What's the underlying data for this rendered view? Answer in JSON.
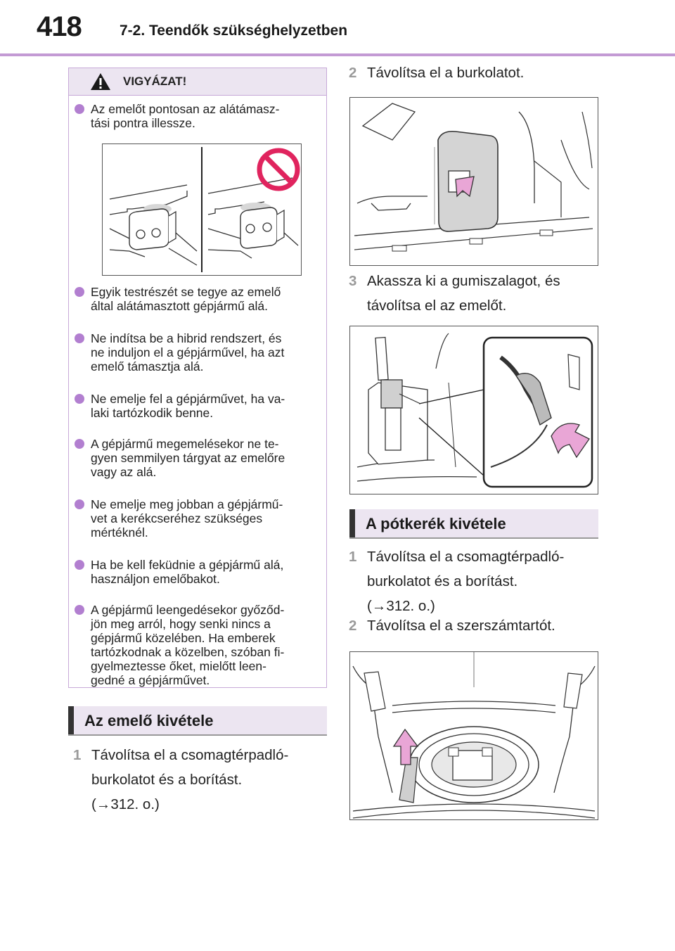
{
  "header": {
    "page_number": "418",
    "chapter": "7-2. Teendők szükséghelyzetben"
  },
  "warning": {
    "title": "VIGYÁZAT!",
    "bullets": [
      "Az emelőt pontosan az alátámasz-\ntási pontra illessze.",
      "Egyik testrészét se tegye az emelő\náltal alátámasztott gépjármű alá.",
      "Ne indítsa be a hibrid rendszert, és\nne induljon el a gépjárművel, ha azt\nemelő támasztja alá.",
      "Ne emelje fel a gépjárművet, ha va-\nlaki tartózkodik benne.",
      "A gépjármű megemelésekor ne te-\ngyen semmilyen tárgyat az emelőre\nvagy az alá.",
      "Ne emelje meg jobban a gépjármű-\nvet a kerékcseréhez szükséges\nmértéknél.",
      "Ha be kell feküdnie a gépjármű alá,\nhasználjon emelőbakot.",
      "A gépjármű leengedésekor győződ-\njön meg arról, hogy senki nincs a\ngépjármű közelében. Ha emberek\ntartózkodnak a közelben, szóban fi-\ngyelmeztesse őket, mielőtt leen-\ngedné a gépjárművet."
    ]
  },
  "section_jack": {
    "title": "Az emelő kivétele",
    "steps": [
      {
        "num": "1",
        "text": "Távolítsa el a csomagtérpadló-\nburkolatot és a borítást.\n(→312. o.)"
      }
    ]
  },
  "right_steps": [
    {
      "num": "2",
      "text": "Távolítsa el a burkolatot."
    },
    {
      "num": "3",
      "text": "Akassza ki a gumiszalagot, és\ntávolítsa el az emelőt."
    }
  ],
  "section_spare": {
    "title": "A pótkerék kivétele",
    "steps": [
      {
        "num": "1",
        "text": "Távolítsa el a csomagtérpadló-\nburkolatot és a borítást.\n(→312. o.)"
      },
      {
        "num": "2",
        "text": "Távolítsa el a szerszámtartót."
      }
    ]
  },
  "colors": {
    "accent": "#b27fd0",
    "header_rule": "#c39ad4",
    "box_fill": "#ece5f1",
    "arrow_pink": "#e9a6d6",
    "prohibit_red": "#e0245e"
  }
}
